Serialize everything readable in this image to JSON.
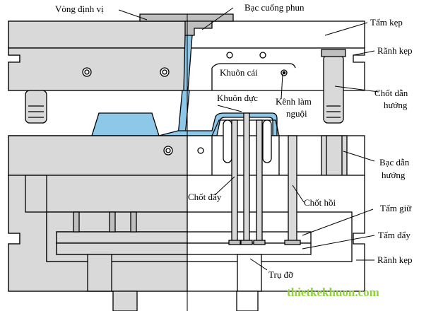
{
  "labels": {
    "locating_ring": "Vòng định vị",
    "sprue_bushing": "Bạc cuống phun",
    "clamp_plate": "Tấm kẹp",
    "clamp_slot_top": "Rãnh kẹp",
    "cavity": "Khuôn cái",
    "cooling_channel_1": "Kênh làm",
    "cooling_channel_2": "nguội",
    "guide_pin_1": "Chốt dẫn",
    "guide_pin_2": "hướng",
    "core": "Khuôn đực",
    "guide_bushing_1": "Bạc dẫn",
    "guide_bushing_2": "hướng",
    "ejector_pin": "Chốt đẩy",
    "return_pin": "Chốt hồi",
    "retainer_plate": "Tấm giữ",
    "ejector_plate": "Tấm đẩy",
    "clamp_slot_bottom": "Rãnh kẹp",
    "support_pillar": "Trụ đỡ"
  },
  "watermark": "thietkekhuon.com",
  "colors": {
    "plate_fill": "#d9d9d9",
    "plate_dark": "#bfbfbf",
    "part_fill": "#8ec8e8",
    "line": "#000000",
    "watermark": "#8ed13a"
  }
}
